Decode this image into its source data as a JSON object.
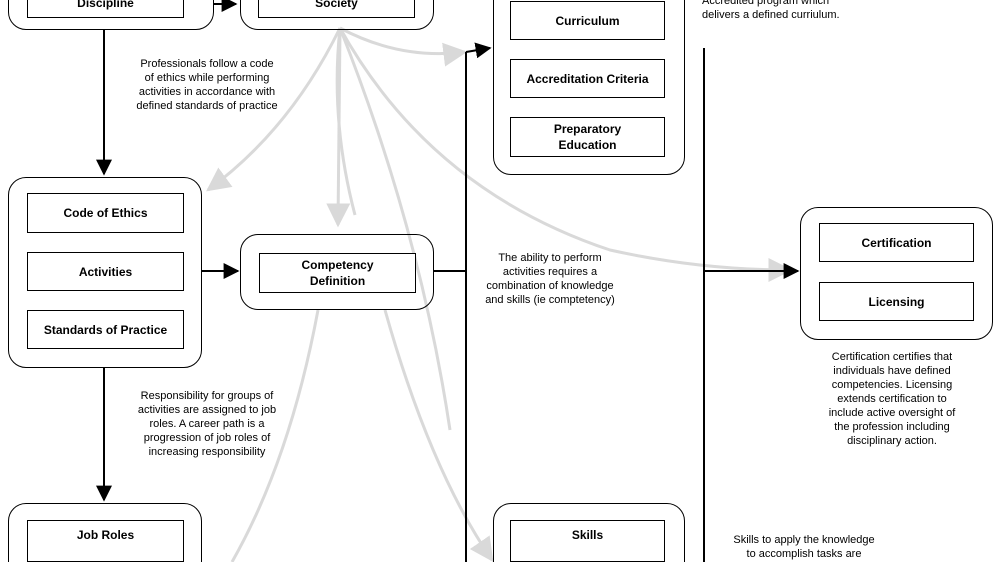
{
  "nodes": {
    "discipline": "Discipline",
    "society": "Society",
    "curriculum": "Curriculum",
    "accreditation_criteria": "Accreditation Criteria",
    "preparatory_education": "Preparatory\nEducation",
    "code_of_ethics": "Code of Ethics",
    "activities": "Activities",
    "standards_of_practice": "Standards of Practice",
    "competency_definition": "Competency\nDefinition",
    "certification": "Certification",
    "licensing": "Licensing",
    "job_roles": "Job Roles",
    "skills": "Skills"
  },
  "notes": {
    "ethics_note": "Professionals follow a code\nof ethics while performing\nactivities in accordance with\ndefined standards of practice",
    "program_note": "Accredited program which\ndelivers a defined curriulum.",
    "competency_note": "The ability to perform\nactivities requires a\ncombination of knowledge\nand skills (ie comptetency)",
    "certification_note": "Certification certifies that\nindividuals have defined\ncompetencies.  Licensing\nextends certification to\ninclude active oversight of\nthe profession including\ndisciplinary action.",
    "job_roles_note": "Responsibility for groups of\nactivities are assigned to job\nroles. A career path is a\nprogression of job roles of\nincreasing responsibility",
    "skills_note": "Skills to apply the knowledge\nto accomplish tasks are"
  },
  "colors": {
    "connector": "#000000",
    "society_influence": "#d9d9d9"
  }
}
